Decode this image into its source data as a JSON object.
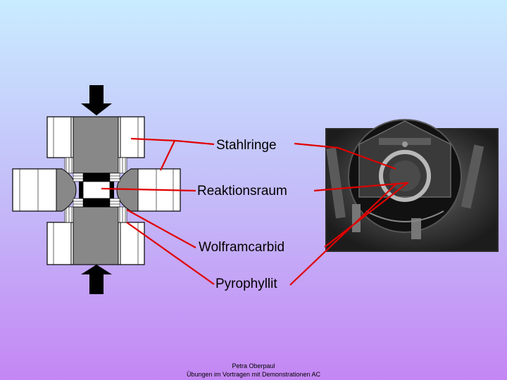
{
  "labels": {
    "steel_rings": "Stahlringe",
    "reaction_chamber": "Reaktionsraum",
    "tungsten_carbide": "Wolframcarbid",
    "pyrophyllite": "Pyrophyllit"
  },
  "footer": {
    "author": "Petra Oberpaul",
    "course": "Übungen im Vortragen mit Demonstrationen AC"
  },
  "colors": {
    "leader_line": "#e00000",
    "anvil": "#888888",
    "background_top": "#c8ecff",
    "background_bottom": "#c486f4"
  }
}
